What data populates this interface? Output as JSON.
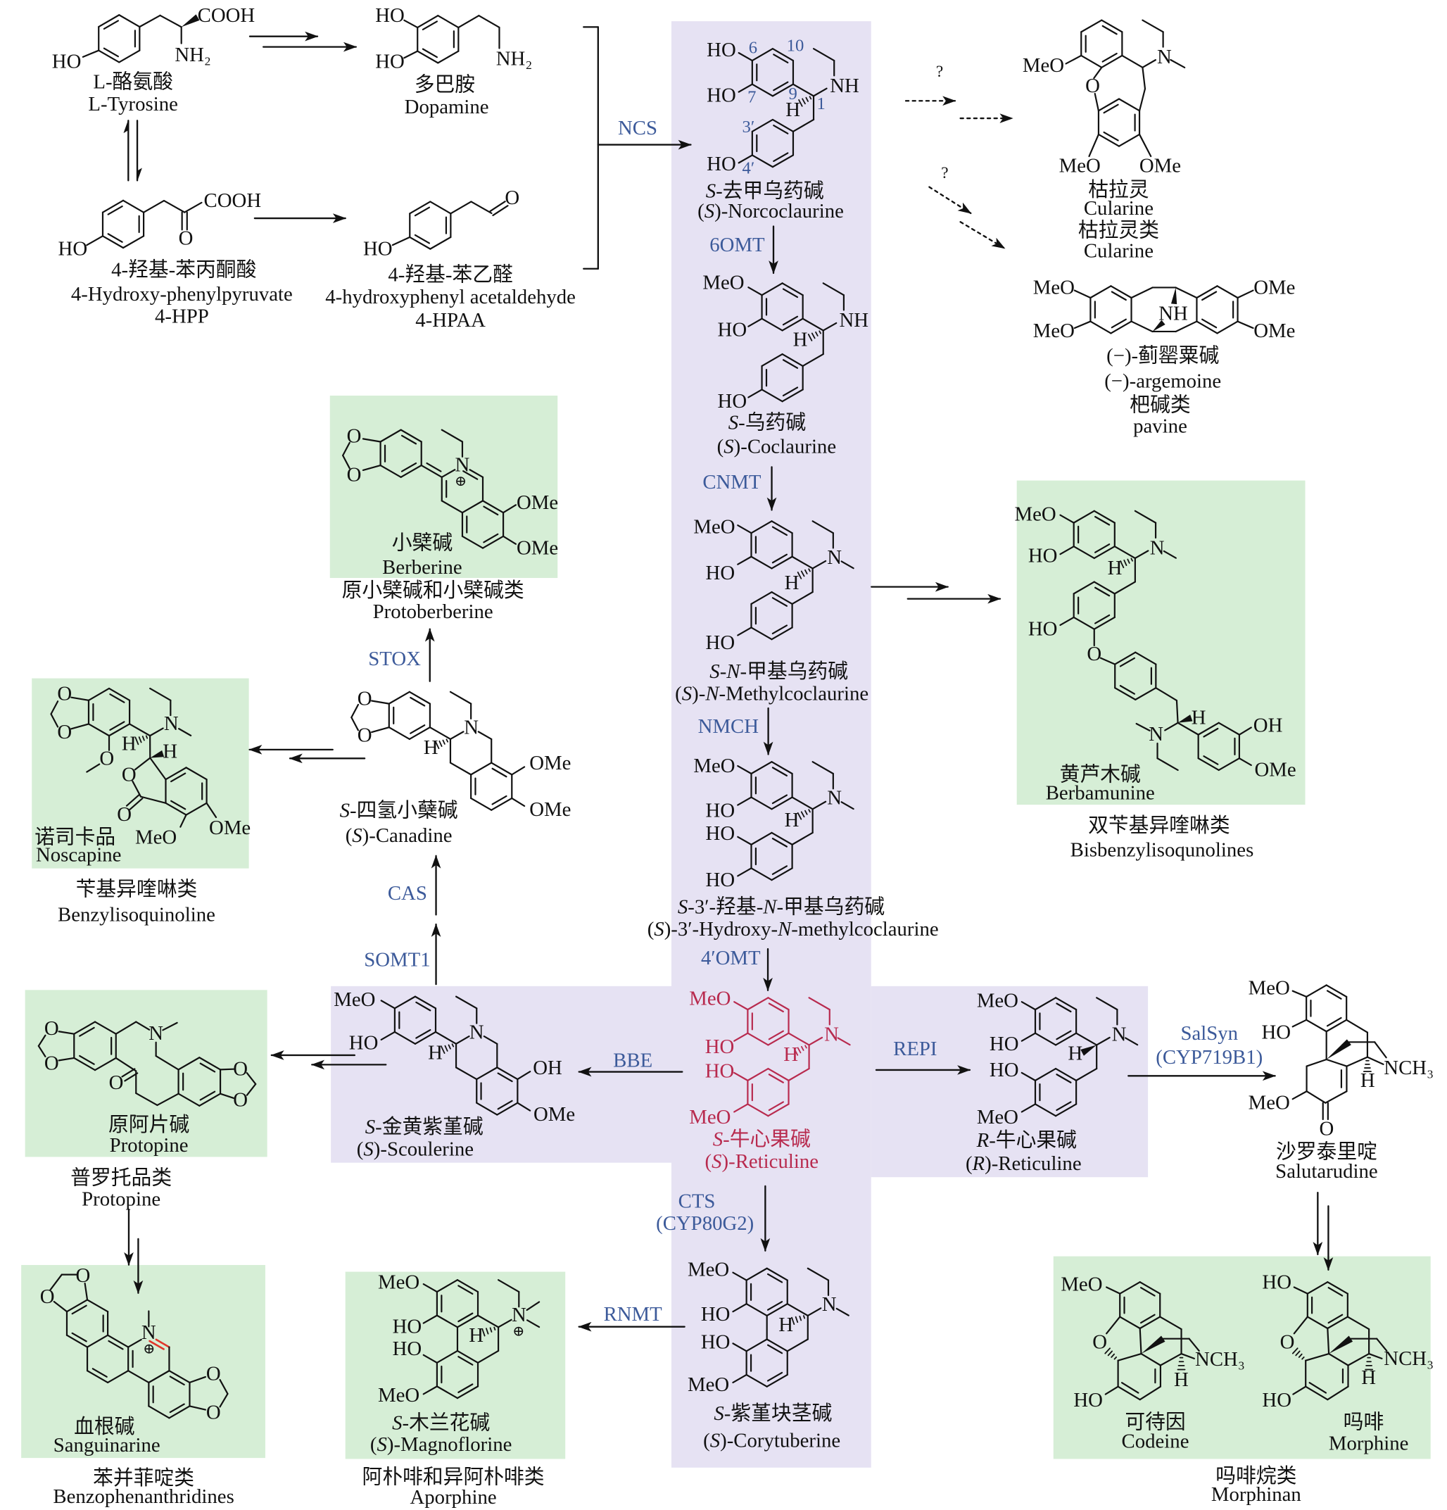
{
  "colors": {
    "pathway_band": "#e6e2f3",
    "product_box": "#d6eed6",
    "enzyme_label": "#3c5a9a",
    "key_intermediate": "#b82a4e",
    "highlighted_bond": "#e0362b"
  },
  "compounds": {
    "l_tyrosine": {
      "name_zh": "L-酪氨酸",
      "name_en": "L-Tyrosine",
      "atoms": [
        "COOH",
        "NH₂",
        "HO"
      ]
    },
    "dopamine": {
      "name_zh": "多巴胺",
      "name_en": "Dopamine",
      "atoms": [
        "HO",
        "HO",
        "NH₂"
      ]
    },
    "hpp": {
      "name_zh": "4-羟基-苯丙酮酸",
      "name_en": "4-Hydroxy-phenylpyruvate",
      "abbr": "4-HPP",
      "atoms": [
        "COOH",
        "O",
        "HO"
      ]
    },
    "hpaa": {
      "name_zh": "4-羟基-苯乙醛",
      "name_en": "4-hydroxyphenyl acetaldehyde",
      "abbr": "4-HPAA",
      "atoms": [
        "O",
        "HO"
      ]
    },
    "norcoclaurine": {
      "name_zh": "S-去甲乌药碱",
      "name_en": "(S)-Norcoclaurine",
      "atoms": [
        "HO",
        "HO",
        "NH",
        "H",
        "HO"
      ],
      "locants": [
        "6",
        "10",
        "7",
        "9",
        "1",
        "3′",
        "4′"
      ]
    },
    "coclaurine": {
      "name_zh": "S-乌药碱",
      "name_en": "(S)-Coclaurine",
      "atoms": [
        "MeO",
        "HO",
        "NH",
        "H",
        "HO"
      ]
    },
    "n_methylcoclaurine": {
      "name_zh": "S-N-甲基乌药碱",
      "name_en": "(S)-N-Methylcoclaurine",
      "atoms": [
        "MeO",
        "HO",
        "N",
        "H",
        "HO"
      ]
    },
    "hydroxy_n_methylcoclaurine": {
      "name_zh": "S-3′-羟基-N-甲基乌药碱",
      "name_en": "(S)-3′-Hydroxy-N-methylcoclaurine",
      "atoms": [
        "MeO",
        "HO",
        "N",
        "H",
        "HO",
        "HO"
      ]
    },
    "s_reticuline": {
      "name_zh": "S-牛心果碱",
      "name_en": "(S)-Reticuline",
      "atoms": [
        "MeO",
        "HO",
        "N",
        "H",
        "HO",
        "MeO"
      ]
    },
    "r_reticuline": {
      "name_zh": "R-牛心果碱",
      "name_en": "(R)-Reticuline",
      "atoms": [
        "MeO",
        "HO",
        "N",
        "H",
        "HO",
        "MeO"
      ]
    },
    "salutarudine": {
      "name_zh": "沙罗泰里啶",
      "name_en": "Salutarudine",
      "atoms": [
        "MeO",
        "HO",
        "NCH₃",
        "H",
        "MeO",
        "O"
      ]
    },
    "codeine": {
      "name_zh": "可待因",
      "name_en": "Codeine",
      "atoms": [
        "MeO",
        "O",
        "NCH₃",
        "H",
        "HO"
      ]
    },
    "morphine": {
      "name_zh": "吗啡",
      "name_en": "Morphine",
      "atoms": [
        "HO",
        "O",
        "NCH₃",
        "H",
        "HO"
      ]
    },
    "corytuberine": {
      "name_zh": "S-紫堇块茎碱",
      "name_en": "(S)-Corytuberine",
      "atoms": [
        "MeO",
        "HO",
        "N",
        "H",
        "HO",
        "MeO"
      ]
    },
    "magnoflorine": {
      "name_zh": "S-木兰花碱",
      "name_en": "(S)-Magnoflorine",
      "atoms": [
        "MeO",
        "HO",
        "HO",
        "MeO",
        "N",
        "⊕",
        "H"
      ]
    },
    "scoulerine": {
      "name_zh": "S-金黄紫堇碱",
      "name_en": "(S)-Scoulerine",
      "atoms": [
        "MeO",
        "HO",
        "N",
        "H",
        "OH",
        "OMe"
      ]
    },
    "canadine": {
      "name_zh": "S-四氢小蘖碱",
      "name_en": "(S)-Canadine",
      "atoms": [
        "O",
        "O",
        "N",
        "H",
        "OMe",
        "OMe"
      ]
    },
    "berberine": {
      "name_zh": "小檗碱",
      "name_en": "Berberine",
      "atoms": [
        "O",
        "O",
        "N",
        "⊕",
        "OMe",
        "OMe"
      ]
    },
    "noscapine": {
      "name_zh": "诺司卡品",
      "name_en": "Noscapine",
      "atoms": [
        "O",
        "O",
        "N",
        "H",
        "H",
        "O",
        "O",
        "O",
        "MeO",
        "OMe"
      ]
    },
    "protopine": {
      "name_zh": "原阿片碱",
      "name_en": "Protopine",
      "atoms": [
        "O",
        "O",
        "N",
        "O",
        "O",
        "O"
      ]
    },
    "sanguinarine": {
      "name_zh": "血根碱",
      "name_en": "Sanguinarine",
      "atoms": [
        "O",
        "O",
        "N",
        "⊕",
        "O",
        "O"
      ]
    },
    "berbamunine": {
      "name_zh": "黄芦木碱",
      "name_en": "Berbamunine",
      "atoms": [
        "MeO",
        "HO",
        "N",
        "H",
        "HO",
        "O",
        "H",
        "N",
        "OH",
        "OMe"
      ]
    },
    "cularine": {
      "name_zh": "枯拉灵",
      "name_en": "Cularine",
      "atoms": [
        "MeO",
        "N",
        "O",
        "MeO",
        "OMe"
      ]
    },
    "argemoine": {
      "name_zh": "(−)-蓟罂粟碱",
      "name_en": "(−)-argemoine",
      "atoms": [
        "MeO",
        "MeO",
        "NH",
        "OMe",
        "OMe"
      ]
    }
  },
  "classes": {
    "protoberberine": {
      "name_zh": "原小檗碱和小檗碱类",
      "name_en": "Protoberberine"
    },
    "benzylisoquinoline": {
      "name_zh": "苄基异喹啉类",
      "name_en": "Benzylisoquinoline"
    },
    "protopine": {
      "name_zh": "普罗托品类",
      "name_en": "Protopine"
    },
    "benzophenanthridine": {
      "name_zh": "苯并菲啶类",
      "name_en": "Benzophenanthridines"
    },
    "aporphine": {
      "name_zh": "阿朴啡和异阿朴啡类",
      "name_en": "Aporphine"
    },
    "morphinan": {
      "name_zh": "吗啡烷类",
      "name_en": "Morphinan"
    },
    "bisbenzylisoquinoline": {
      "name_zh": "双苄基异喹啉类",
      "name_en": "Bisbenzylisoqunolines"
    },
    "cularine": {
      "name_zh": "枯拉灵类",
      "name_en": "Cularine"
    },
    "pavine": {
      "name_zh": "杷碱类",
      "name_en": "pavine"
    }
  },
  "enzymes": {
    "ncs": "NCS",
    "omt6": "6OMT",
    "cnmt": "CNMT",
    "nmch": "NMCH",
    "omt4": "4′OMT",
    "bbe": "BBE",
    "repi": "REPI",
    "salsyn": "SalSyn",
    "salsyn_cyp": "(CYP719B1)",
    "cts": "CTS",
    "cts_cyp": "(CYP80G2)",
    "rnmt": "RNMT",
    "somt1": "SOMT1",
    "cas": "CAS",
    "stox": "STOX"
  },
  "marks": {
    "unknown_step_1": "?",
    "unknown_step_2": "?"
  }
}
